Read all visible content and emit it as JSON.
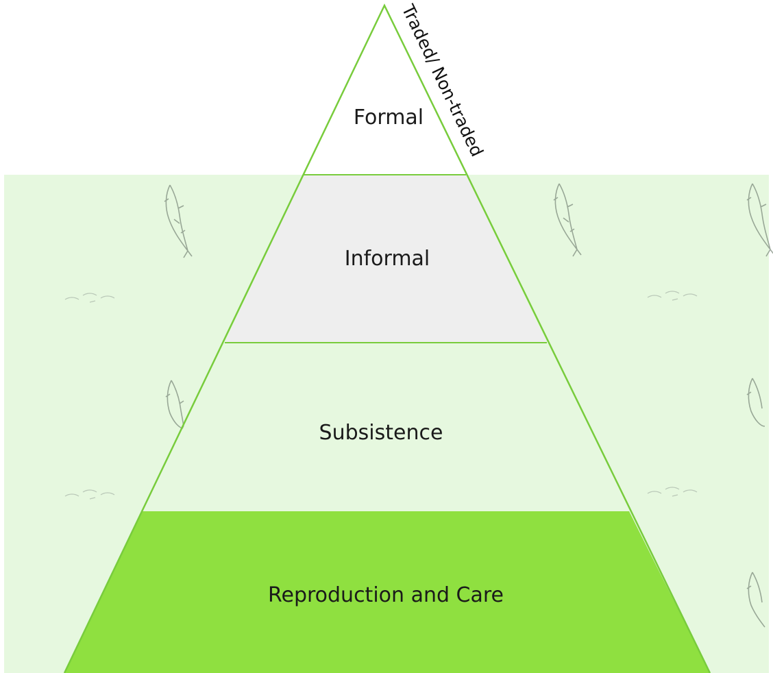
{
  "diagram": {
    "tiers": [
      {
        "id": "formal",
        "label": "Formal"
      },
      {
        "id": "informal",
        "label": "Informal"
      },
      {
        "id": "subsistence",
        "label": "Subsistence"
      },
      {
        "id": "reproduction",
        "label": "Reproduction and Care"
      }
    ],
    "side_label": "Traded/ Non-traded"
  },
  "colors": {
    "water": "#e6f8df",
    "formal_fill": "#ffffff",
    "informal_fill": "#eeeeee",
    "subsistence_fill": "#e6f8df",
    "reproduction_fill": "#8fe040",
    "outline": "#78cc3c",
    "fish_ink": "#7d8c7d"
  },
  "decorations": {
    "water_motif": "fish-icon"
  }
}
